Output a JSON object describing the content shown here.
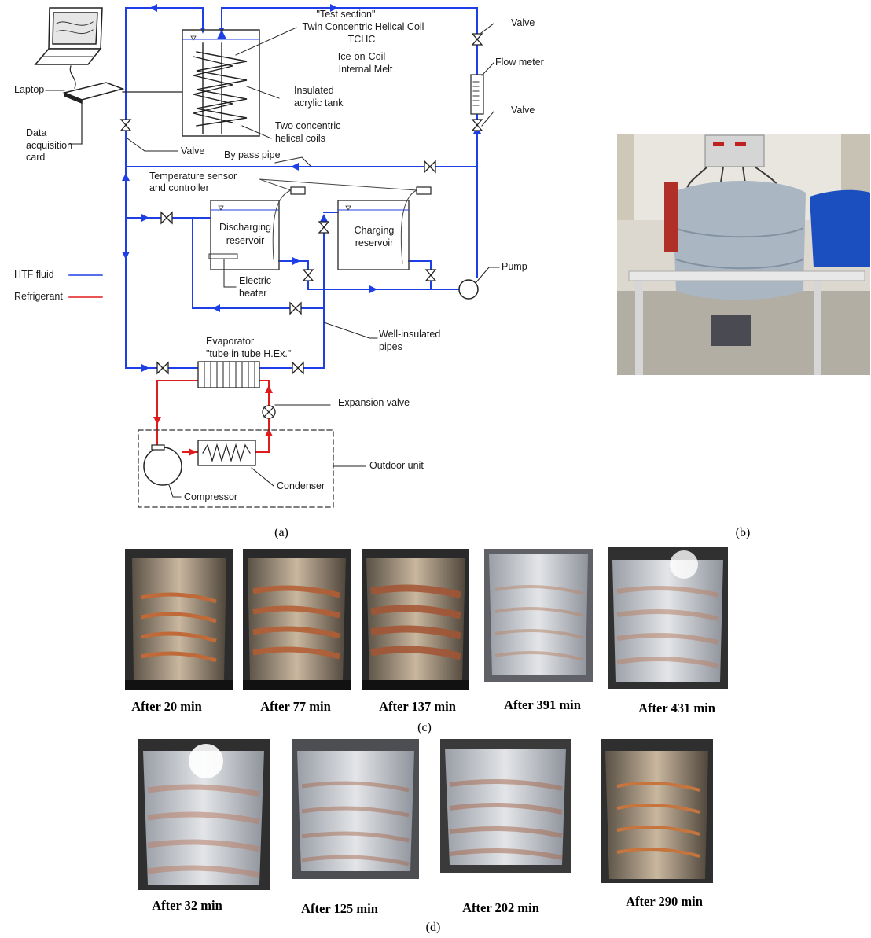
{
  "schematic": {
    "test_section": [
      "\"Test section\"",
      "Twin Concentric Helical Coil",
      "TCHC",
      "Ice-on-Coil",
      "Internal Melt"
    ],
    "valve_top": "Valve",
    "flow_meter": "Flow meter",
    "valve_mid": "Valve",
    "laptop": "Laptop",
    "daq": [
      "Data",
      "acquisition",
      "card"
    ],
    "insulated_tank": [
      "Insulated",
      "acrylic tank"
    ],
    "valve_left": "Valve",
    "two_coils": [
      "Two concentric",
      "helical coils"
    ],
    "bypass": "By pass pipe",
    "temp_sensor": [
      "Temperature sensor",
      "and controller"
    ],
    "discharging": [
      "Discharging",
      "reservoir"
    ],
    "charging": [
      "Charging",
      "reservoir"
    ],
    "electric_heater": [
      "Electric",
      "heater"
    ],
    "pump": "Pump",
    "htf_fluid": "HTF fluid",
    "refrigerant": "Refrigerant",
    "well_insulated": [
      "Well-insulated",
      "pipes"
    ],
    "evaporator": [
      "Evaporator",
      "\"tube in tube H.Ex.\""
    ],
    "expansion_valve": "Expansion valve",
    "outdoor_unit": "Outdoor unit",
    "condenser": "Condenser",
    "compressor": "Compressor"
  },
  "panel_labels": {
    "a": "(a)",
    "b": "(b)",
    "c": "(c)",
    "d": "(d)"
  },
  "row_c": [
    "After 20 min",
    "After 77 min",
    "After 137 min",
    "After 391 min",
    "After 431 min"
  ],
  "row_d": [
    "After 32 min",
    "After 125 min",
    "After 202 min",
    "After 290 min"
  ],
  "colors": {
    "htf": "#1f3fe6",
    "refrigerant": "#e01b1b",
    "copper": "#b8643a",
    "ice": "#d8dade"
  }
}
